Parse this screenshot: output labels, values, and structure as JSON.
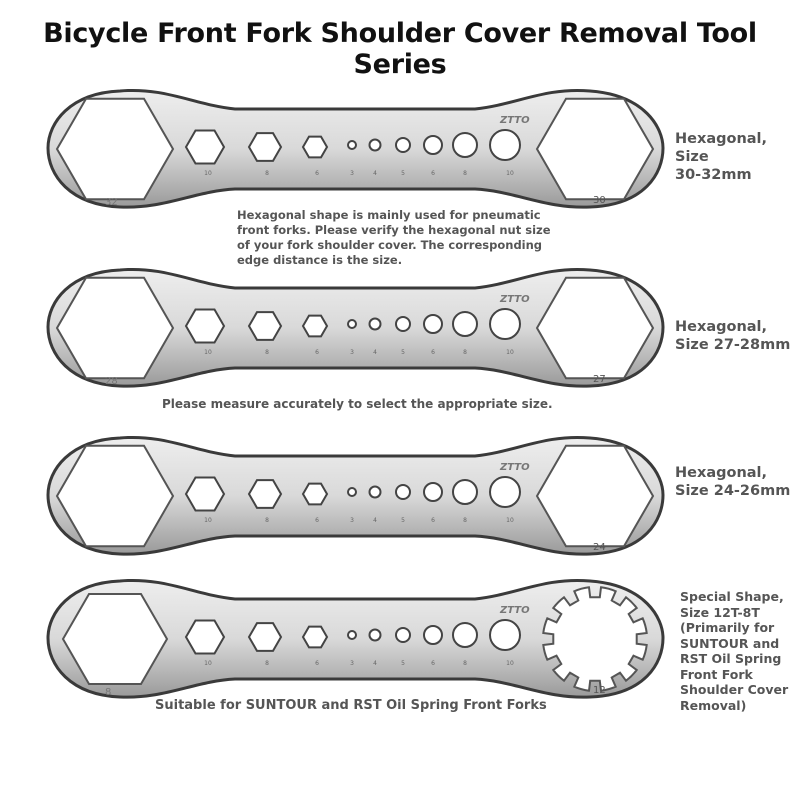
{
  "title": "Bicycle Front Fork Shoulder Cover Removal Tool Series",
  "brand": "ZTTO",
  "colors": {
    "steel_light": "#d9d9d9",
    "steel_dark": "#9a9a9a",
    "edge": "#3a3a3a",
    "text_gray": "#555555"
  },
  "hole_labels": [
    "10",
    "8",
    "6",
    "3",
    "4",
    "5",
    "6",
    "8",
    "10"
  ],
  "tools": [
    {
      "left_size": "32",
      "right_size": "30",
      "right_type": "hex",
      "label": [
        "Hexagonal,",
        "Size",
        "30-32mm"
      ]
    },
    {
      "left_size": "28",
      "right_size": "27",
      "right_type": "hex",
      "label": [
        "Hexagonal,",
        "Size 27-28mm"
      ]
    },
    {
      "left_size": "",
      "right_size": "24",
      "right_type": "hex",
      "label": [
        "Hexagonal,",
        "Size 24-26mm"
      ]
    },
    {
      "left_size": "8",
      "right_size": "12",
      "right_type": "spline",
      "label": [
        "Special Shape,",
        "Size 12T-8T",
        "(Primarily for",
        "SUNTOUR and",
        "RST Oil Spring",
        "Front Fork",
        "Shoulder Cover",
        "Removal)"
      ]
    }
  ],
  "notes": {
    "hex_info": [
      "Hexagonal shape is mainly used for pneumatic",
      "front forks. Please verify the hexagonal nut size",
      "of your fork shoulder cover. The corresponding",
      "edge distance is the size."
    ],
    "measure": "Please measure accurately to select the appropriate size.",
    "suntour": "Suitable for SUNTOUR and RST Oil Spring Front Forks"
  }
}
